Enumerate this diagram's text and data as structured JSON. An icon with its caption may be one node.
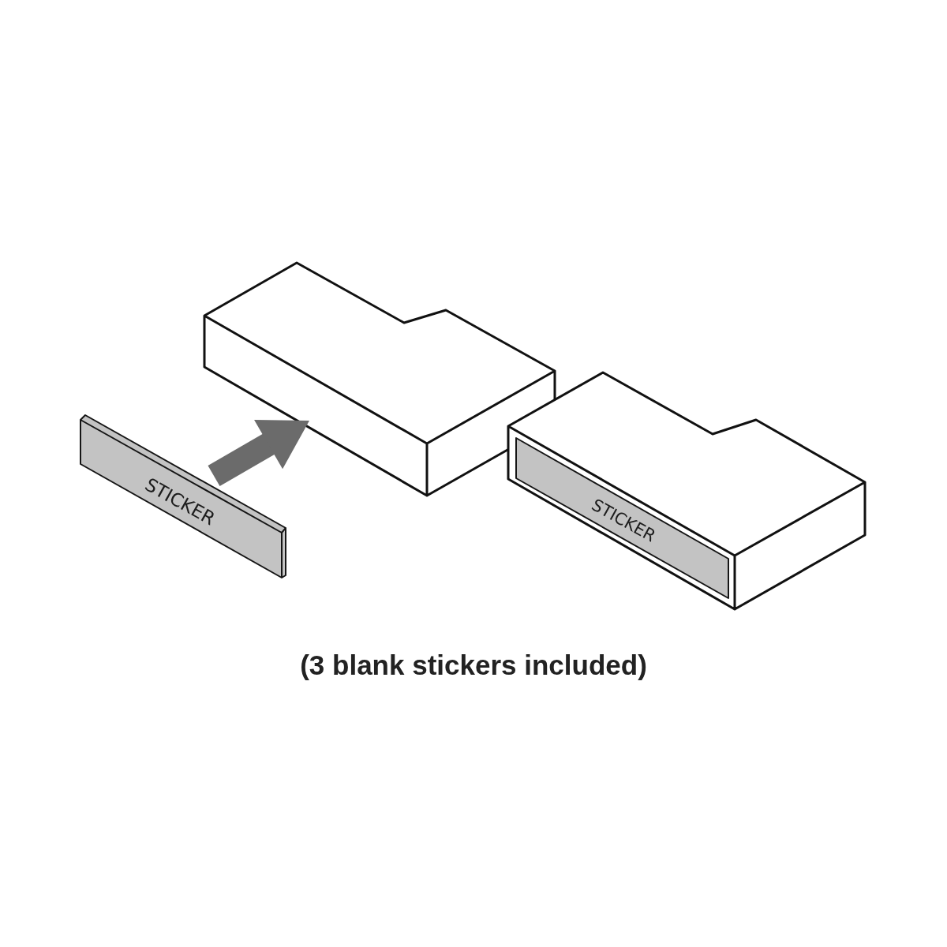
{
  "diagram": {
    "nodes": [
      {
        "text": [
          "STICKER"
        ]
      },
      {
        "text": [],
        "shape": "box"
      },
      {
        "text": [],
        "shape": "box"
      },
      {
        "text": [
          "STICKER"
        ],
        "in": 2
      }
    ],
    "edges": [
      {
        "from": 0,
        "to": 1,
        "arrow": "to"
      }
    ],
    "caption": "(3 blank stickers included)"
  }
}
